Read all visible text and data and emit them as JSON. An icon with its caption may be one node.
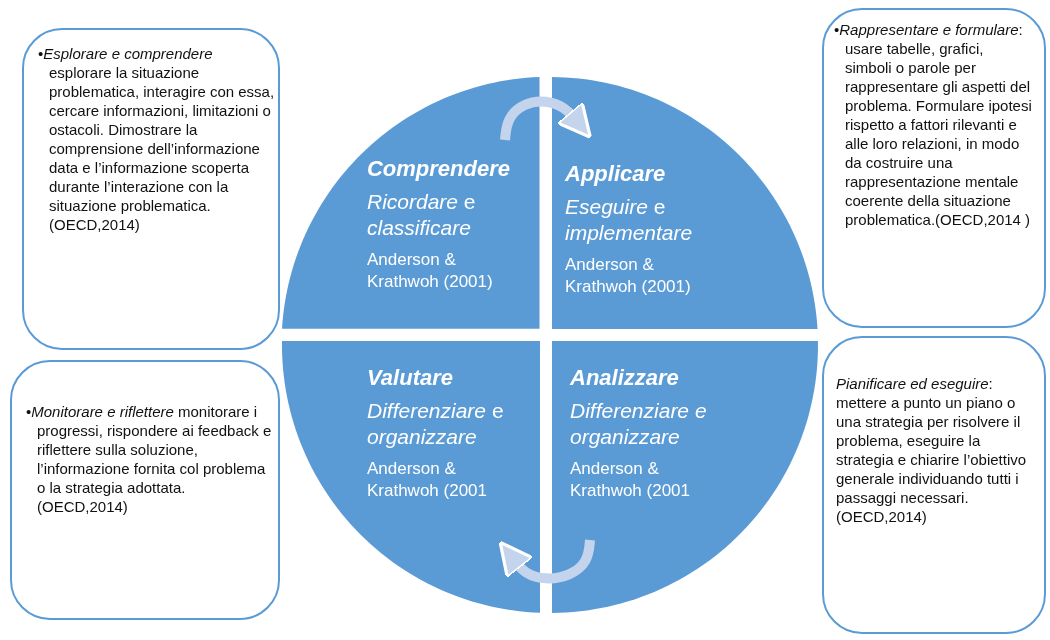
{
  "diagram": {
    "nodes": [
      {
        "text": [
          "•*Esplorare e comprendere* esplorare la situazione problematica, interagire con essa, cercare informazioni, limitazioni o ostacoli. Dimostrare la comprensione dell’informazione data e l’informazione scoperta durante l’interazione con la situazione problematica. (OECD,2014)"
        ]
      },
      {
        "text": [
          "•*Rappresentare e formulare*: usare tabelle, grafici, simboli o parole per rappresentare gli aspetti del problema. Formulare ipotesi rispetto a fattori rilevanti e alle loro relazioni, in modo da costruire una rappresentazione mentale coerente della situazione problematica.(OECD,2014 )"
        ]
      },
      {
        "text": [
          "•*Monitorare e riflettere* monitorare i progressi, rispondere ai feedback e riflettere sulla soluzione, l’informazione fornita col problema o la strategia adottata.  (OECD,2014)"
        ]
      },
      {
        "text": [
          "*Pianificare ed eseguire*: mettere a punto un piano o una strategia per risolvere il problema, eseguire la strategia e chiarire l’obiettivo generale individuando tutti i passaggi necessari.(OECD,2014)"
        ]
      },
      {
        "text": [
          "Comprendere",
          "*Ricordare* e *classificare*",
          "Anderson & Krathwoh (2001)"
        ]
      },
      {
        "text": [
          "Applicare",
          "*Eseguire* e *implementare*",
          "Anderson & Krathwoh (2001)"
        ]
      },
      {
        "text": [
          "Valutare",
          "*Differenziare* e *organizzare*",
          "Anderson & Krathwoh (2001"
        ]
      },
      {
        "text": [
          "Analizzare",
          "*Differenziare e organizzare*",
          "Anderson & Krathwoh (2001"
        ]
      }
    ],
    "edges": [
      {
        "from": 4,
        "to": 5,
        "arrow": "to"
      },
      {
        "from": 7,
        "to": 6,
        "arrow": "to"
      }
    ]
  }
}
